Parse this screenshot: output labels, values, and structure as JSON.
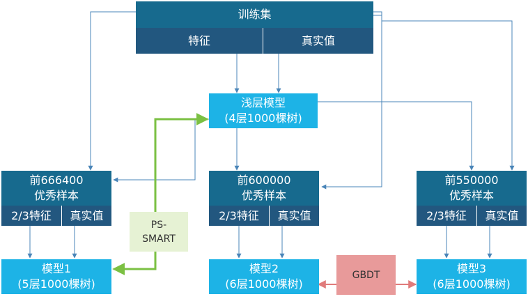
{
  "colors": {
    "dark_box": "#176a8e",
    "sub_box": "#22577f",
    "model_box": "#1db3e6",
    "connector": "#4a85b8",
    "ps_smart_line": "#7bc043",
    "ps_smart_box": "#e6f2d4",
    "gbdt_box": "#e89a9a",
    "gbdt_line": "#e07b7b"
  },
  "training_set": {
    "title": "训练集",
    "feature": "特征",
    "label": "真实值"
  },
  "shallow_model": {
    "line1": "浅层模型",
    "line2": "(4层1000棵树)"
  },
  "subsets": [
    {
      "line1": "前666400",
      "line2": "优秀样本",
      "feature": "2/3特征",
      "label": "真实值"
    },
    {
      "line1": "前600000",
      "line2": "优秀样本",
      "feature": "2/3特征",
      "label": "真实值"
    },
    {
      "line1": "前550000",
      "line2": "优秀样本",
      "feature": "2/3特征",
      "label": "真实值"
    }
  ],
  "models": [
    {
      "line1": "模型1",
      "line2": "(5层1000棵树)"
    },
    {
      "line1": "模型2",
      "line2": "(6层1000棵树)"
    },
    {
      "line1": "模型3",
      "line2": "(6层1000棵树)"
    }
  ],
  "ps_smart": {
    "line1": "PS-",
    "line2": "SMART"
  },
  "gbdt": {
    "label": "GBDT"
  }
}
